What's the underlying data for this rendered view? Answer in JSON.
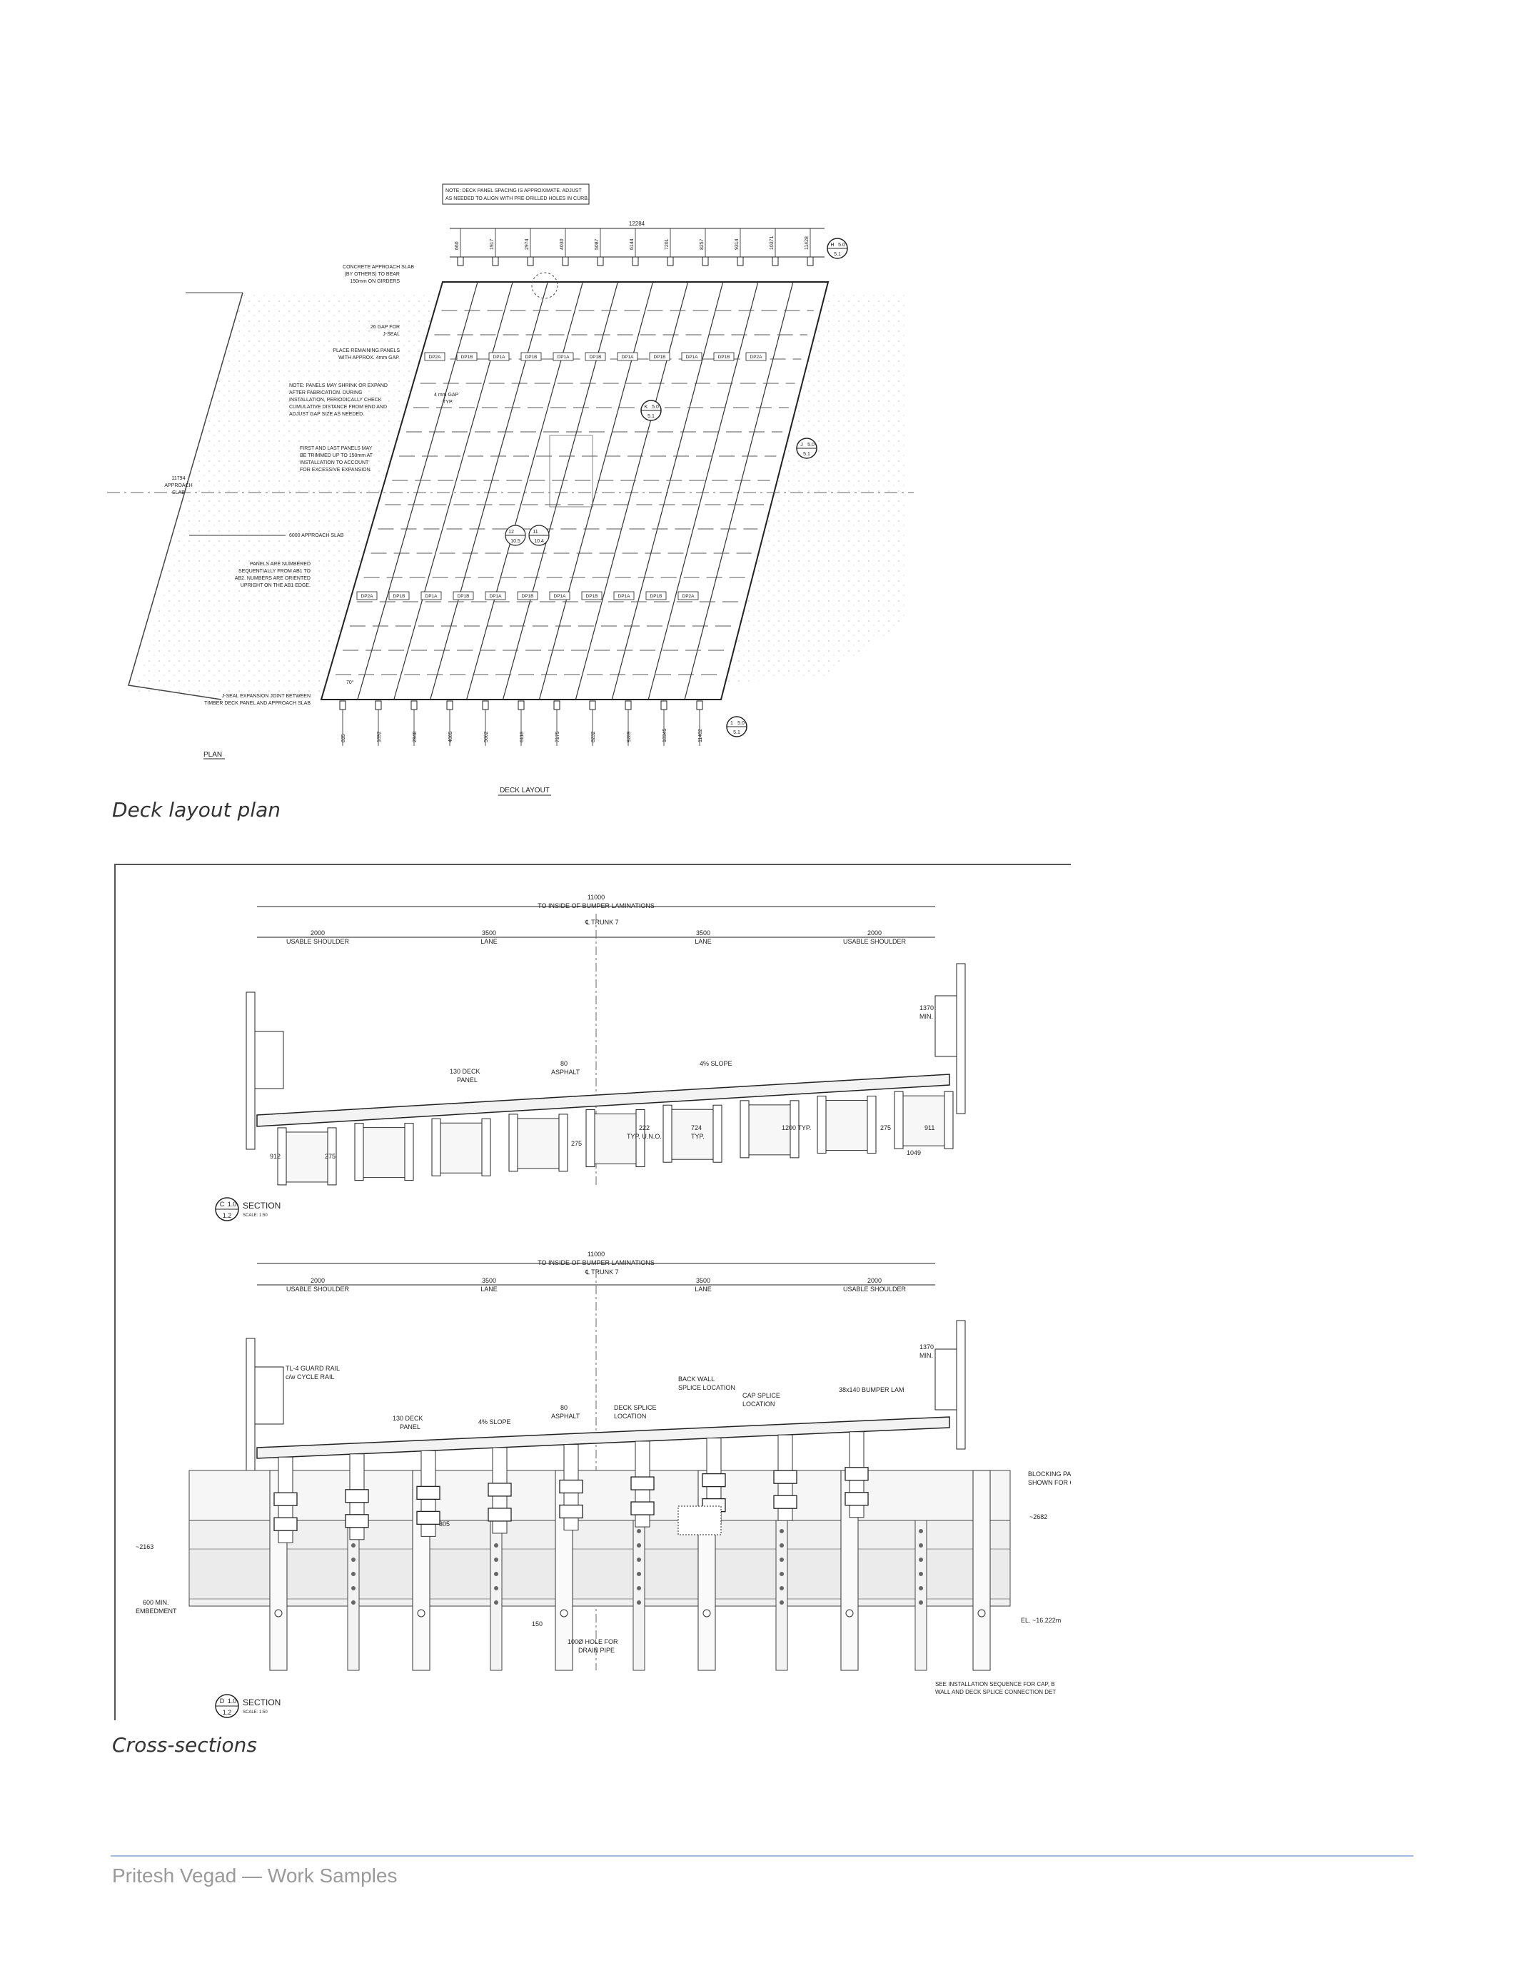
{
  "figures": [
    {
      "caption": "Deck layout plan",
      "title": "DECK LAYOUT",
      "view_label": "PLAN",
      "note_top": [
        "NOTE: DECK PANEL SPACING IS APPROXIMATE. ADJUST",
        "AS NEEDED TO ALIGN WITH PRE-DRILLED HOLES IN CURB."
      ],
      "overall_dim": "12284",
      "top_dims": [
        "660",
        "1917",
        "2974",
        "4030",
        "5087",
        "6144",
        "7201",
        "8257",
        "9314",
        "10371",
        "11428"
      ],
      "bottom_dims": [
        "835",
        "1892",
        "2948",
        "4005",
        "5062",
        "6118",
        "7175",
        "8232",
        "9289",
        "10345",
        "11402"
      ],
      "left_dim": [
        "11794",
        "APPROACH",
        "SLAB"
      ],
      "approach_slab_dim": "6000 APPROACH SLAB",
      "notes_left": [
        [
          "CONCRETE APPROACH SLAB",
          "(BY OTHERS) TO BEAR",
          "150mm ON GIRDERS"
        ],
        [
          "26 GAP FOR",
          "J-SEAL"
        ],
        [
          "PLACE REMAINING PANELS",
          "WITH APPROX. 4mm GAP."
        ],
        [
          "NOTE: PANELS MAY SHRINK OR EXPAND",
          "AFTER FABRICATION. DURING",
          "INSTALLATION, PERIODICALLY CHECK",
          "CUMULATIVE DISTANCE FROM END AND",
          "ADJUST GAP SIZE AS NEEDED."
        ],
        [
          "FIRST AND LAST PANELS MAY",
          "BE TRIMMED UP TO 150mm AT",
          "INSTALLATION TO ACCOUNT",
          "FOR EXCESSIVE EXPANSION."
        ],
        [
          "PANELS ARE NUMBERED",
          "SEQUENTIALLY FROM AB1 TO",
          "AB2. NUMBERS ARE ORIENTED",
          "UPRIGHT ON THE AB1 EDGE."
        ],
        [
          "J-SEAL EXPANSION JOINT BETWEEN",
          "TIMBER DECK PANEL AND APPROACH SLAB"
        ]
      ],
      "gap_note": [
        "4 mm GAP",
        "TYP."
      ],
      "angle_label": "70°",
      "panel_tags": [
        "DP2A",
        "DP1B",
        "DP1A",
        "DP1B",
        "DP1A",
        "DP1B",
        "DP1A",
        "DP1B",
        "DP1A",
        "DP1B",
        "DP2A"
      ],
      "section_marks": [
        {
          "letter": "H",
          "num": "5.0",
          "sheet": "5.1"
        },
        {
          "letter": "K",
          "num": "5.0",
          "sheet": "5.1"
        },
        {
          "letter": "J",
          "num": "5.0",
          "sheet": "5.1"
        },
        {
          "letter": "1",
          "num": "5.0",
          "sheet": "5.1"
        }
      ],
      "detail_marks": [
        {
          "a": "12",
          "b": "10.5"
        },
        {
          "a": "11",
          "b": "10.4"
        }
      ]
    },
    {
      "caption": "Cross-sections",
      "sections": [
        {
          "letter": "C",
          "num": "1.0",
          "sheet": "1.2",
          "label": "SECTION",
          "scale": "SCALE: 1:50",
          "overall": [
            "11000",
            "TO INSIDE OF BUMPER LAMINATIONS"
          ],
          "lanes": [
            {
              "dim": "2000",
              "label": "USABLE SHOULDER"
            },
            {
              "dim": "3500",
              "label": "LANE"
            },
            {
              "dim": "3500",
              "label": "LANE"
            },
            {
              "dim": "2000",
              "label": "USABLE SHOULDER"
            }
          ],
          "centerline": "℄ TRUNK 7",
          "rail_height": [
            "1370",
            "MIN."
          ],
          "deck": [
            "130 DECK",
            "PANEL"
          ],
          "asphalt": [
            "80",
            "ASPHALT"
          ],
          "slope": "4% SLOPE",
          "dims": [
            "912",
            "275",
            "275",
            "222",
            "TYP. U.N.O.",
            "724",
            "TYP.",
            "1200 TYP.",
            "275",
            "911",
            "1049"
          ]
        },
        {
          "letter": "D",
          "num": "1.0",
          "sheet": "1.2",
          "label": "SECTION",
          "scale": "SCALE: 1:50",
          "overall": [
            "11000",
            "TO INSIDE OF BUMPER LAMINATIONS"
          ],
          "lanes": [
            {
              "dim": "2000",
              "label": "USABLE SHOULDER"
            },
            {
              "dim": "3500",
              "label": "LANE"
            },
            {
              "dim": "3500",
              "label": "LANE"
            },
            {
              "dim": "2000",
              "label": "USABLE SHOULDER"
            }
          ],
          "centerline": "℄ TRUNK 7",
          "rail_height": [
            "1370",
            "MIN."
          ],
          "guard_rail": [
            "TL-4 GUARD RAIL",
            "c/w CYCLE RAIL"
          ],
          "deck": [
            "130 DECK",
            "PANEL"
          ],
          "slope": "4% SLOPE",
          "asphalt": [
            "80",
            "ASPHALT"
          ],
          "deck_splice": [
            "DECK SPLICE",
            "LOCATION"
          ],
          "back_wall": [
            "BACK WALL",
            "SPLICE LOCATION"
          ],
          "cap_splice": [
            "CAP SPLICE",
            "LOCATION"
          ],
          "bumper": "38x140 BUMPER LAM",
          "blocking": [
            "BLOCKING PAN",
            "SHOWN FOR C"
          ],
          "left_height": "~2163",
          "right_height": "~2682",
          "embedment": [
            "600 MIN.",
            "EMBEDMENT"
          ],
          "dim_305": "305",
          "dim_150": "150",
          "drain": [
            "100Ø HOLE FOR",
            "DRAIN PIPE"
          ],
          "elevation": "EL. ~16.222m",
          "install_note": [
            "SEE INSTALLATION SEQUENCE FOR CAP, B",
            "WALL AND DECK SPLICE CONNECTION DET"
          ]
        }
      ]
    }
  ],
  "footer": {
    "text": "Pritesh Vegad — Work Samples"
  }
}
